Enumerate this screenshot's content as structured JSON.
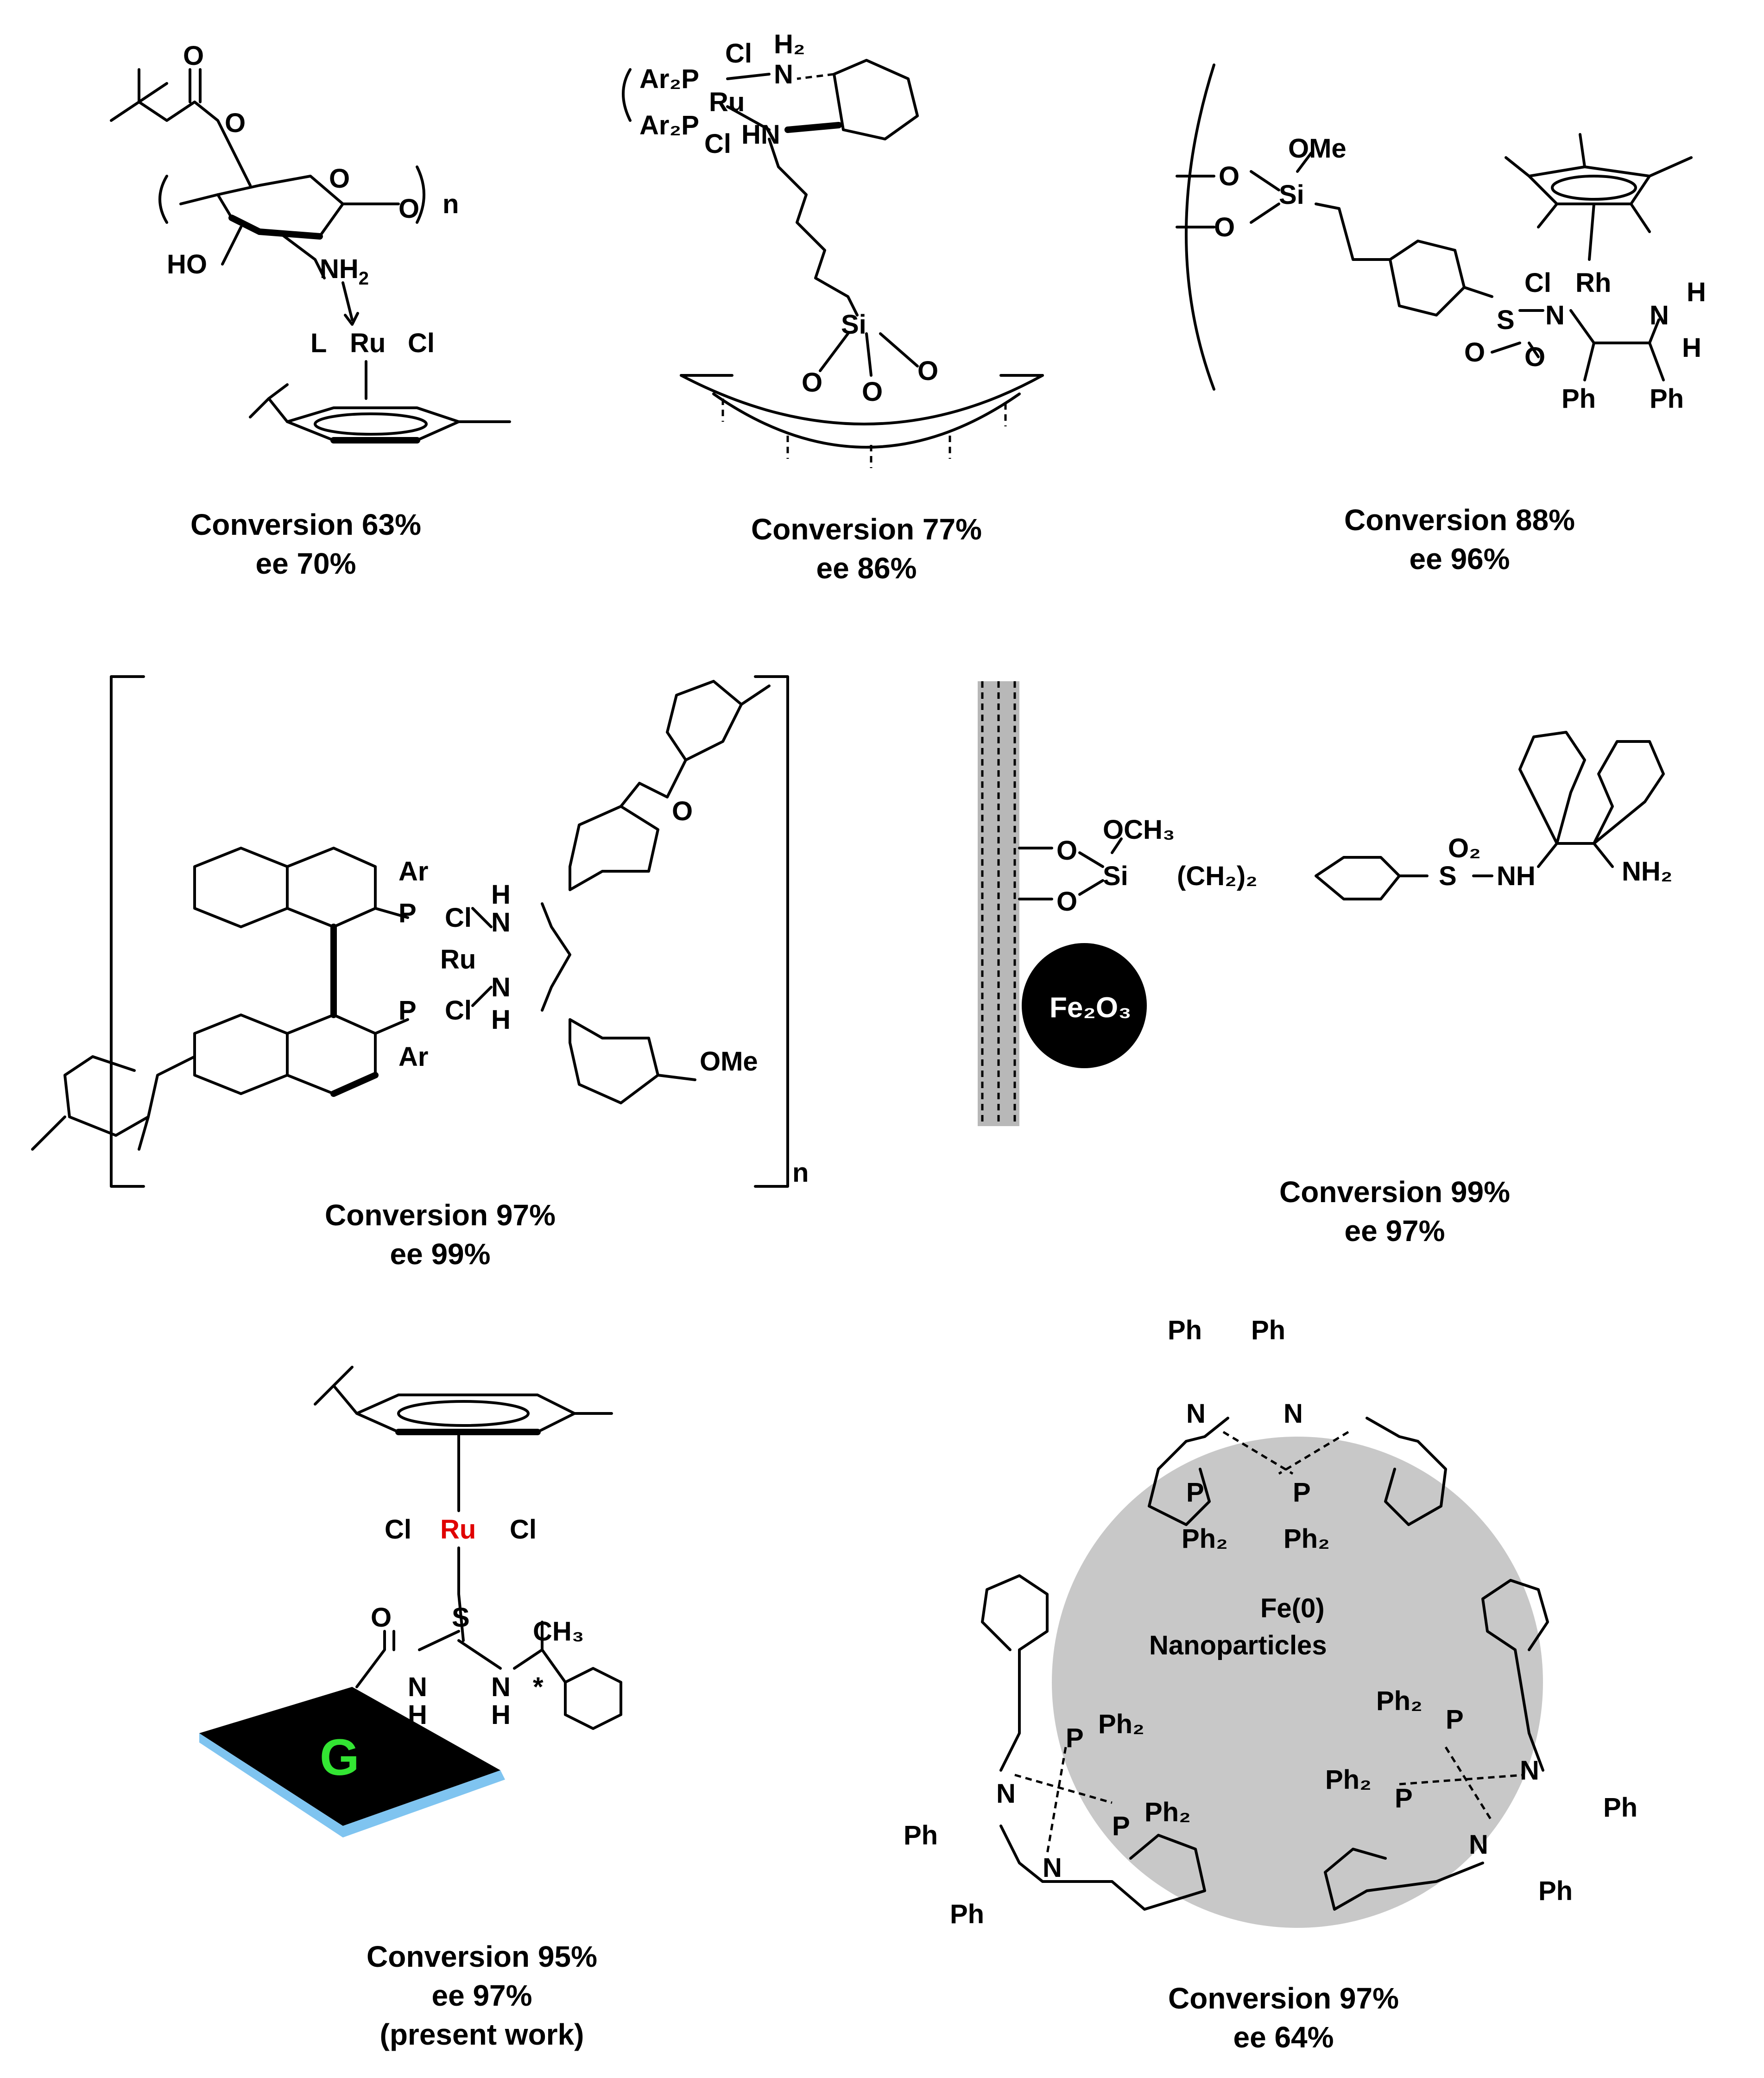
{
  "catalysts": [
    {
      "id": "chitosan-ru",
      "conversion": "Conversion 63%",
      "ee": "ee 70%",
      "atoms": {
        "o1": "O",
        "o2": "O",
        "o3": "O",
        "o4": "O",
        "n": "n",
        "ho": "HO",
        "nh2": "NH",
        "ru": "Ru",
        "cl": "Cl",
        "l": "L"
      }
    },
    {
      "id": "silica-ru-diamine",
      "conversion": "Conversion 77%",
      "ee": "ee 86%",
      "atoms": {
        "ar2p1": "Ar₂P",
        "ar2p2": "Ar₂P",
        "cl1": "Cl",
        "cl2": "Cl",
        "ru": "Ru",
        "h2": "H₂",
        "n": "N",
        "hn": "HN",
        "si": "Si",
        "o1": "O",
        "o2": "O",
        "o3": "O"
      }
    },
    {
      "id": "silica-rh-tsdpen",
      "conversion": "Conversion 88%",
      "ee": "ee 96%",
      "atoms": {
        "ome": "OMe",
        "si": "Si",
        "o1": "O",
        "o2": "O",
        "s": "S",
        "o3": "O",
        "o4": "O",
        "n": "N",
        "cl": "Cl",
        "rh": "Rh",
        "nh": "N",
        "h1": "H",
        "h2": "H",
        "ph1": "Ph",
        "ph2": "Ph"
      }
    },
    {
      "id": "polymer-binap-ru",
      "conversion": "Conversion 97%",
      "ee": "ee 99%",
      "atoms": {
        "p1": "P",
        "p2": "P",
        "ar1": "Ar",
        "ar2": "Ar",
        "ru": "Ru",
        "cl1": "Cl",
        "cl2": "Cl",
        "nh1": "H",
        "n1": "N",
        "nh2": "H",
        "n2": "N",
        "o": "O",
        "ome": "OMe",
        "n": "n"
      }
    },
    {
      "id": "fe2o3-tsdpen",
      "conversion": "Conversion 99%",
      "ee": "ee 97%",
      "atoms": {
        "o1": "O",
        "o2": "O",
        "och3": "OCH₃",
        "si": "Si",
        "ch2": "(CH₂)₂",
        "o2s": "O₂",
        "s": "S",
        "nh": "NH",
        "nh2": "NH₂",
        "fe2o3": "Fe₂O₃"
      }
    },
    {
      "id": "graphene-ru-thiourea",
      "conversion": "Conversion 95%",
      "ee": "ee 97%",
      "note": "(present work)",
      "atoms": {
        "cl1": "Cl",
        "ru": "Ru",
        "cl2": "Cl",
        "s": "S",
        "o": "O",
        "ch3": "CH₃",
        "nh1": "N",
        "h1": "H",
        "nh2": "N",
        "h2": "H",
        "star": "*",
        "g": "G"
      }
    },
    {
      "id": "fe-nanoparticles",
      "conversion": "Conversion 97%",
      "ee": "ee 64%",
      "core_line1": "Fe(0)",
      "core_line2": "Nanoparticles",
      "atoms": {
        "ph": "Ph",
        "ph2": "Ph₂",
        "p": "P",
        "n": "N"
      }
    }
  ],
  "colors": {
    "ru_highlight": "#e00000",
    "graphene_letter": "#33e533",
    "graphene_sheet": "#000000",
    "graphene_edge": "#7fc4f0",
    "nanoparticle": "#c8c8c8",
    "fe2o3": "#000000"
  }
}
